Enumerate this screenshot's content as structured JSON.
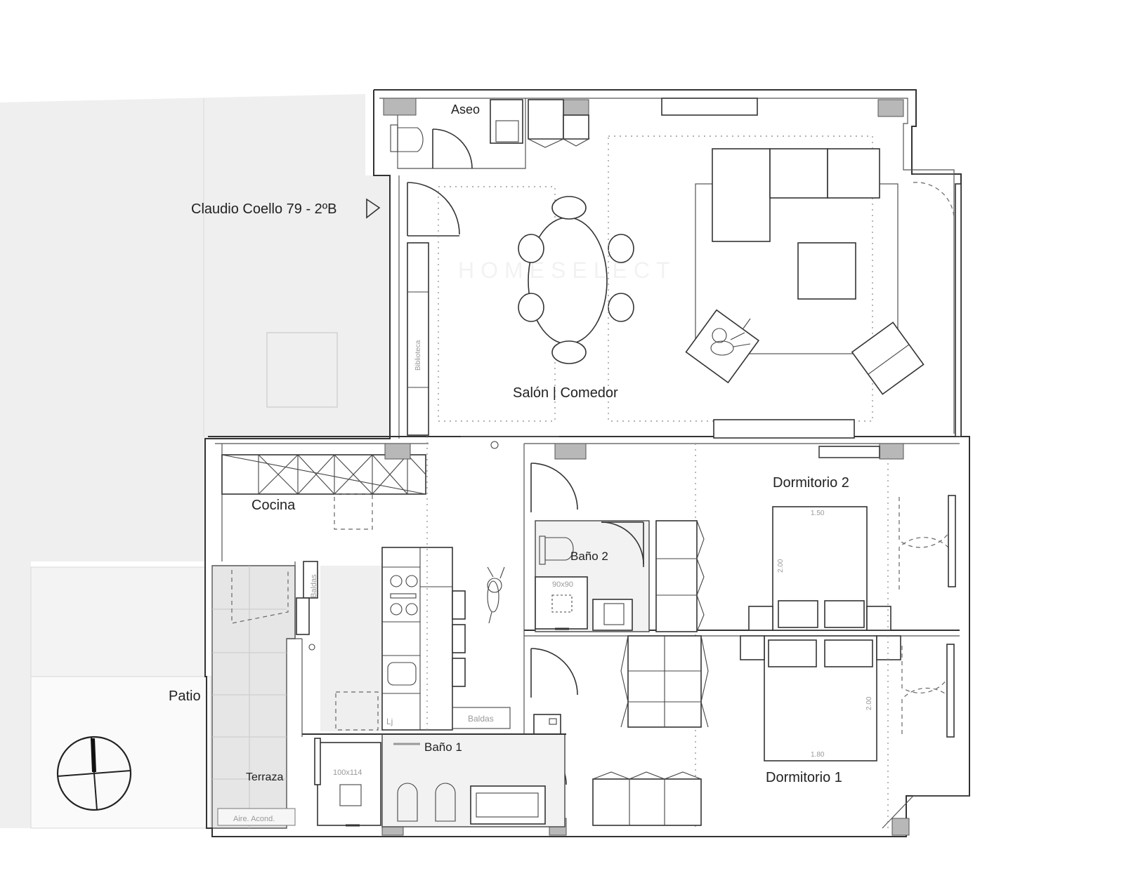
{
  "address": "Claudio Coello 79 - 2ºB",
  "watermark": "HOMESELECT",
  "rooms": {
    "aseo": "Aseo",
    "salon": "Salón | Comedor",
    "cocina": "Cocina",
    "dormitorio2": "Dormitorio 2",
    "bano2": "Baño 2",
    "dormitorio1": "Dormitorio 1",
    "bano1": "Baño 1",
    "patio": "Patio",
    "terraza": "Terraza"
  },
  "small_labels": {
    "biblioteca": "Biblioteca",
    "baldas_vertical": "Baldas",
    "baldas": "Baldas",
    "lj": "Lj",
    "shower2": "90x90",
    "shower1": "100x114",
    "aire": "Aire. Acond.",
    "bed2_width": "1.50",
    "bed2_length": "2.00",
    "bed1_width": "1.80",
    "bed1_length": "2.00"
  },
  "icons": [
    "entrance-arrow-icon",
    "compass-icon",
    "person-icon",
    "chair-icon",
    "toilet-icon",
    "sink-icon",
    "stove-icon",
    "shower-icon"
  ]
}
